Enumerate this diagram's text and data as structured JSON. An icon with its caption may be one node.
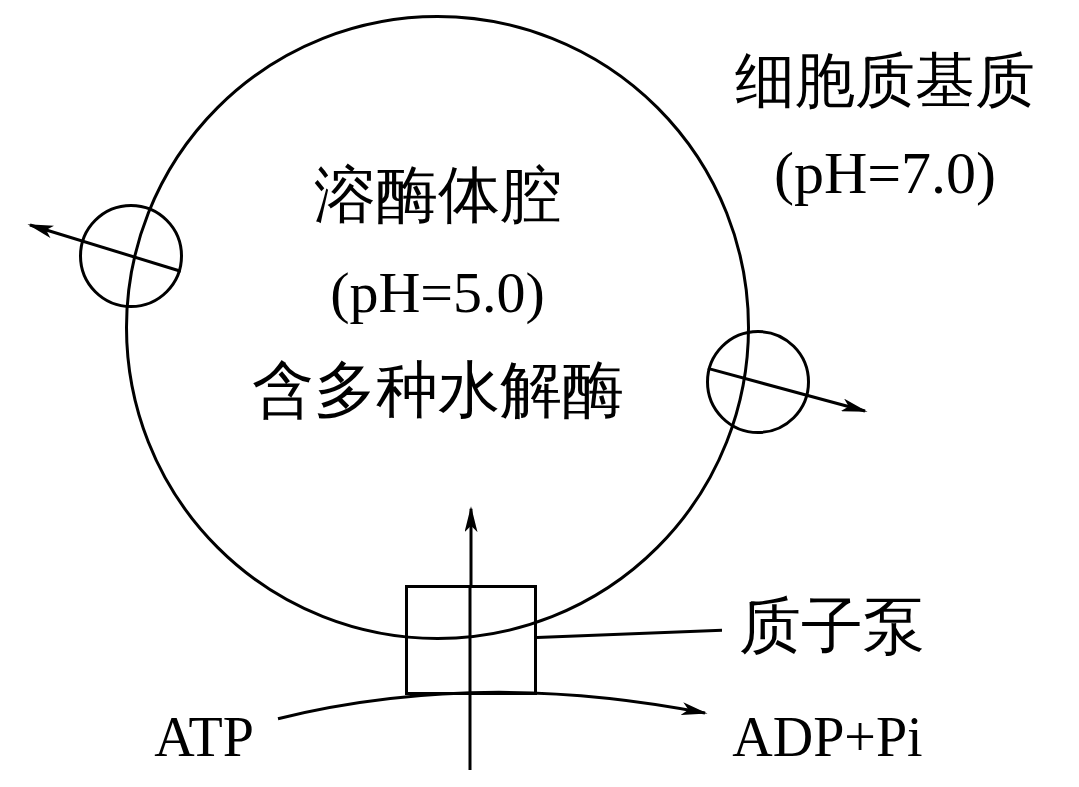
{
  "diagram": {
    "nodes": [
      {
        "text": [
          "溶酶体腔",
          "(pH=5.0)",
          "含多种水解酶"
        ]
      },
      {
        "text": [],
        "shape": "circle"
      },
      {
        "text": [],
        "shape": "circle"
      },
      {
        "text": [],
        "shape": "box"
      },
      {
        "text": [
          "质子泵"
        ]
      },
      {
        "text": [
          "ATP"
        ]
      },
      {
        "text": [
          "ADP+Pi"
        ]
      }
    ],
    "edges": [
      {
        "from": 1,
        "to": null,
        "arrow": "to"
      },
      {
        "from": 2,
        "to": null,
        "arrow": "to"
      },
      {
        "from": 3,
        "to": 0,
        "arrow": "to"
      },
      {
        "from": 5,
        "to": 6,
        "arrow": "to"
      },
      {
        "from": 4,
        "to": 3,
        "arrow": "none"
      }
    ],
    "labels": [
      "细胞质基质 (pH=7.0)"
    ]
  }
}
